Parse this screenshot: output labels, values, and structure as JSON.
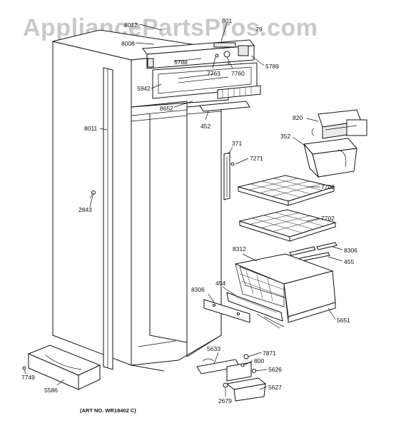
{
  "watermark": "AppliancePartsPros.com",
  "art_number": "(ART NO. WR18402 C)",
  "labels": {
    "p8012": "8012",
    "p801": "801",
    "p79": "79",
    "p8008": "8008",
    "p5788": "5788",
    "p7763": "7763",
    "p7760": "7760",
    "p5789": "5789",
    "p5942": "5942",
    "p8652": "8652",
    "p452": "452",
    "p820": "820",
    "p8011": "8011",
    "p352": "352",
    "p371": "371",
    "p7271": "7271",
    "p7702a": "7702",
    "p2843": "2843",
    "p7702b": "7702",
    "p8312": "8312",
    "p8306a": "8306",
    "p455": "455",
    "p8306b": "8306",
    "p454": "454",
    "p5651": "5651",
    "p5633": "5633",
    "p7871": "7871",
    "p800": "800",
    "p5626": "5626",
    "p7749": "7749",
    "p5586": "5586",
    "p5627": "5627",
    "p2679": "2679"
  }
}
